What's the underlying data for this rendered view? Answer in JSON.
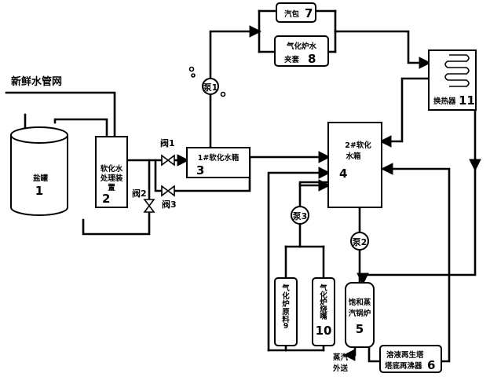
{
  "labels": {
    "fresh_water": "新鲜水管网",
    "salt_tank_name": "盐罐",
    "salt_tank_num": "1",
    "softener_name_1": "软化水",
    "softener_name_2": "处理装",
    "softener_name_3": "置",
    "softener_num": "2",
    "valve1": "阀1",
    "valve2": "阀2",
    "valve3": "阀3",
    "tank1_name": "1#软化水箱",
    "tank1_num": "3",
    "pump1": "泵1",
    "drum_name": "汽包",
    "drum_num": "7",
    "jacket_name_1": "气化炉水",
    "jacket_name_2": "夹套",
    "jacket_num": "8",
    "hx_name": "换热器",
    "hx_num": "11",
    "tank2_name_1": "2#软化",
    "tank2_name_2": "水箱",
    "tank2_num": "4",
    "pump3": "泵3",
    "pump2": "泵2",
    "gasifier_raw_chars": [
      "气",
      "化",
      "炉",
      "原",
      "料"
    ],
    "gasifier_raw_num": "9",
    "gasifier_burner_chars": [
      "气",
      "化",
      "炉",
      "烧",
      "嘴"
    ],
    "gasifier_burner_num": "10",
    "boiler_name_1": "饱和蒸",
    "boiler_name_2": "汽锅炉",
    "boiler_num": "5",
    "steam_out_1": "蒸汽",
    "steam_out_2": "外送",
    "regen_line_1": "溶液再生塔",
    "regen_line_2": "塔底再沸器",
    "regen_num": "6"
  }
}
